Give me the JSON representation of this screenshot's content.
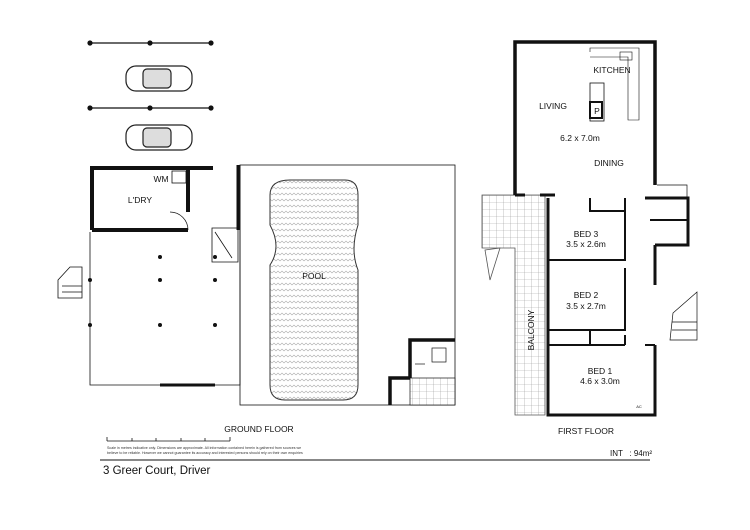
{
  "ground_floor": {
    "title": "GROUND FLOOR",
    "rooms": {
      "laundry": "L'DRY",
      "washing_machine": "WM",
      "pool": "POOL"
    }
  },
  "first_floor": {
    "title": "FIRST FLOOR",
    "rooms": {
      "kitchen": "KITCHEN",
      "living": "LIVING",
      "pantry": "P",
      "living_dims": "6.2 x 7.0m",
      "dining": "DINING",
      "bed3": "BED 3",
      "bed3_dims": "3.5 x 2.6m",
      "bed2": "BED 2",
      "bed2_dims": "3.5 x 2.7m",
      "bed1": "BED 1",
      "bed1_dims": "4.6 x 3.0m",
      "balcony": "BALCONY",
      "ac": "AC"
    }
  },
  "footer": {
    "disclaimer_line1": "Scale in metres indicative only. Dimensions are approximate. All information contained herein is gathered from sources we",
    "disclaimer_line2": "believe to be reliable. However we cannot guarantee its accuracy and interested persons should rely on their own enquiries",
    "area": "INT   : 94m²",
    "address": "3 Greer Court, Driver"
  }
}
